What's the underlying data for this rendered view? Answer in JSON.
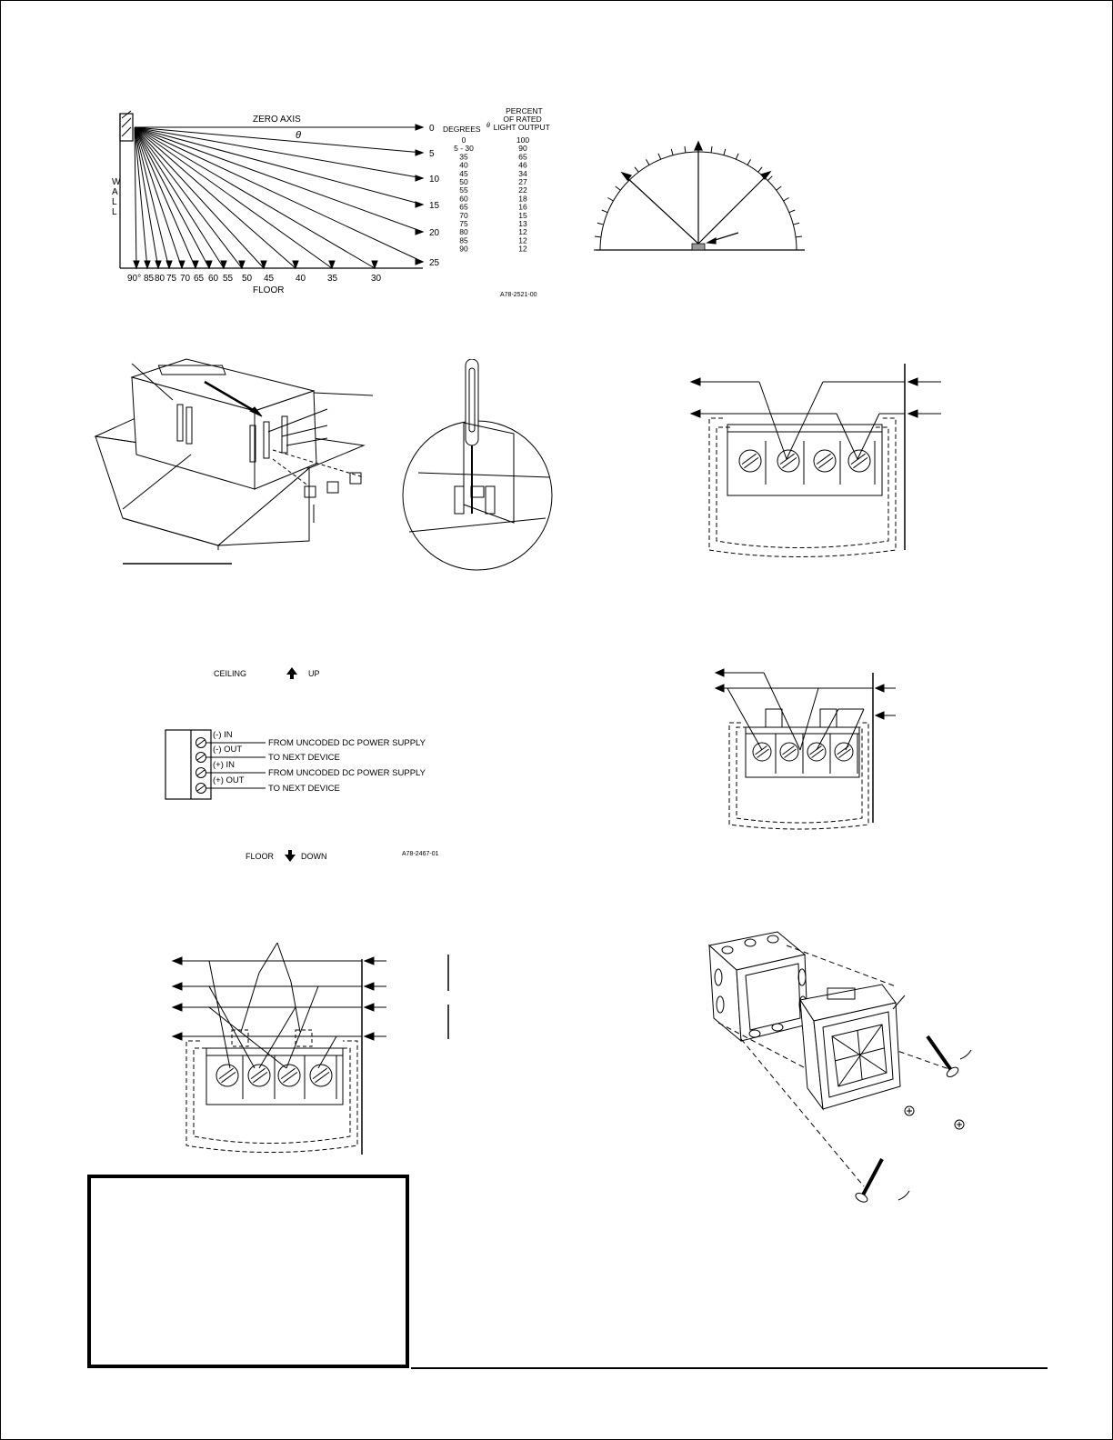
{
  "light_chart": {
    "zero_axis": "ZERO AXIS",
    "theta": "θ",
    "wall": "WALL",
    "floor": "FLOOR",
    "right_scale": [
      "0",
      "5",
      "10",
      "15",
      "20",
      "25"
    ],
    "floor_scale": [
      "90°",
      "85",
      "80",
      "75",
      "70",
      "65",
      "60",
      "55",
      "50",
      "45",
      "40",
      "35",
      "30"
    ],
    "table_header_degrees": "DEGREES",
    "table_header_percent": [
      "PERCENT",
      "OF RATED",
      "LIGHT OUTPUT"
    ],
    "table_degrees": [
      "0",
      "5 - 30",
      "35",
      "40",
      "45",
      "50",
      "55",
      "60",
      "65",
      "70",
      "75",
      "80",
      "85",
      "90"
    ],
    "table_percent": [
      "100",
      "90",
      "65",
      "46",
      "34",
      "27",
      "22",
      "18",
      "16",
      "15",
      "13",
      "12",
      "12",
      "12"
    ],
    "code": "A78-2521-00"
  },
  "wiring_legend": {
    "ceiling": "CEILING",
    "up": "UP",
    "floor": "FLOOR",
    "down": "DOWN",
    "terminals": [
      "(-) IN",
      "(-) OUT",
      "(+) IN",
      "(+) OUT"
    ],
    "descriptions": [
      "FROM UNCODED DC POWER SUPPLY",
      "TO NEXT DEVICE",
      "FROM UNCODED DC POWER SUPPLY",
      "TO NEXT DEVICE"
    ],
    "code": "A78-2467-01"
  }
}
